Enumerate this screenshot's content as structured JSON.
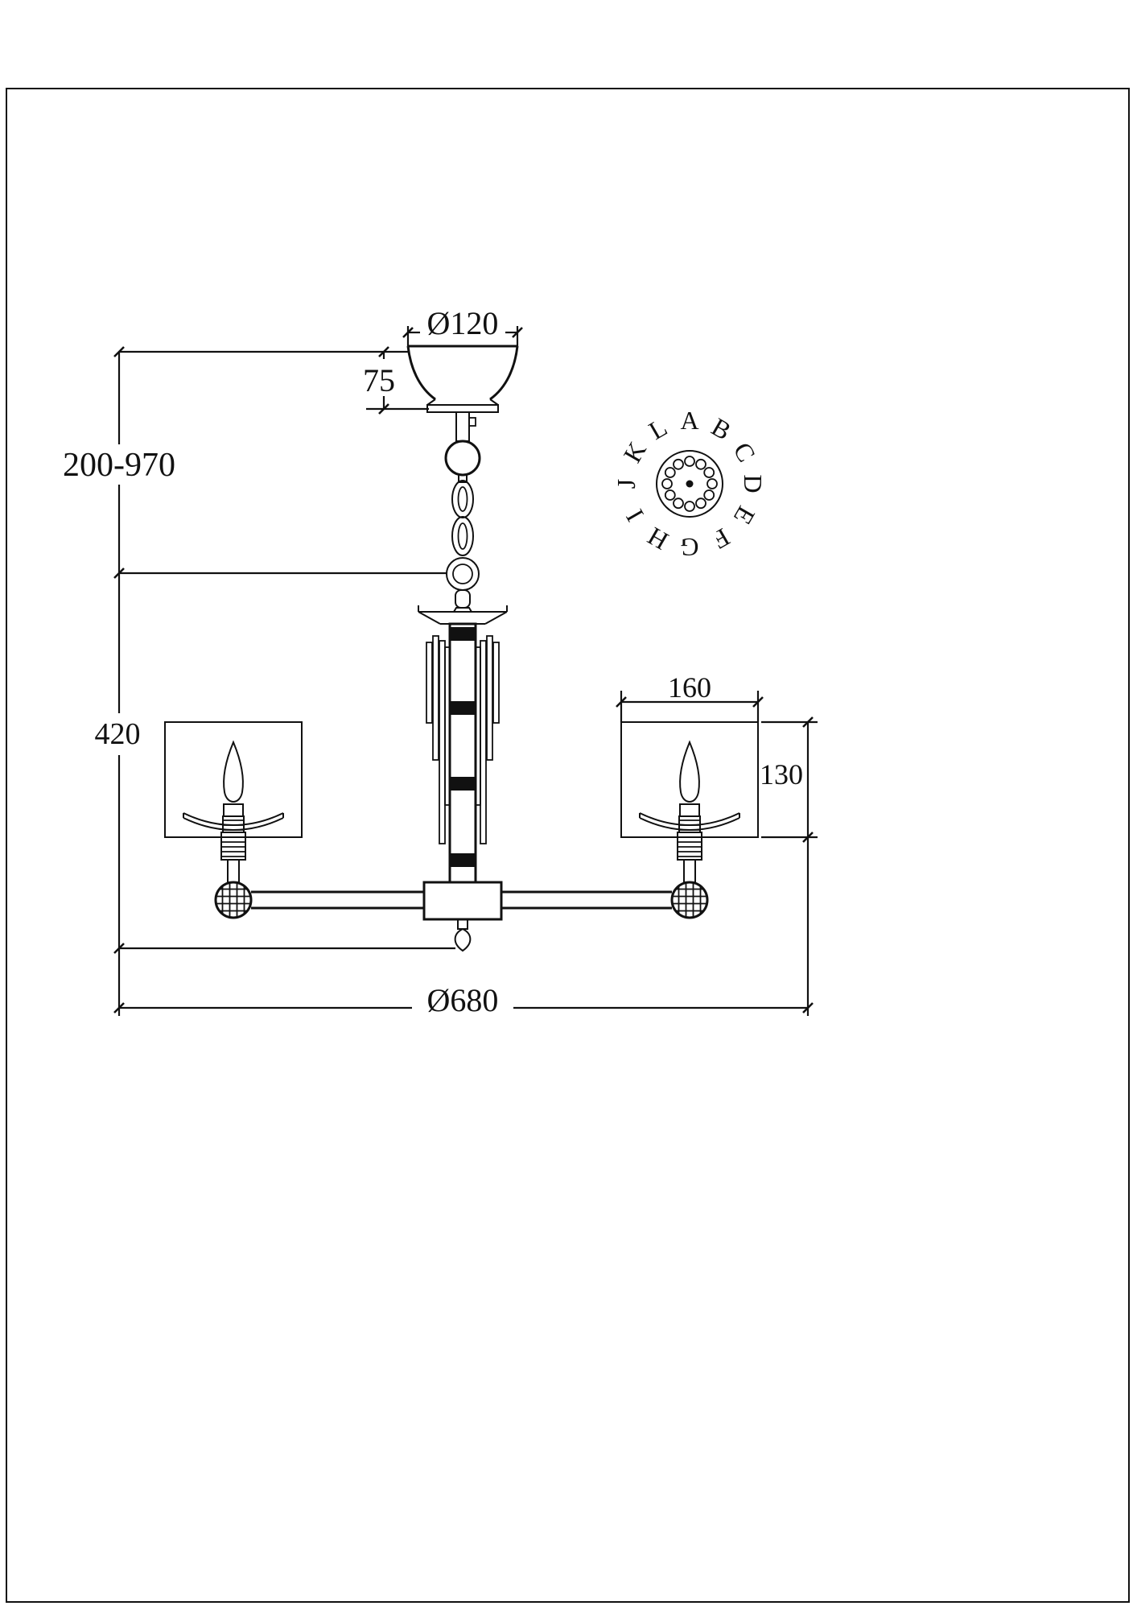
{
  "dimensions": {
    "canopy_diameter": "Ø120",
    "canopy_height": "75",
    "suspension_range": "200-970",
    "fixture_height": "420",
    "shade_width": "160",
    "shade_height": "130",
    "overall_diameter": "Ø680"
  },
  "top_view": {
    "letters": [
      "A",
      "B",
      "C",
      "D",
      "E",
      "F",
      "G",
      "H",
      "I",
      "J",
      "K",
      "L"
    ]
  }
}
